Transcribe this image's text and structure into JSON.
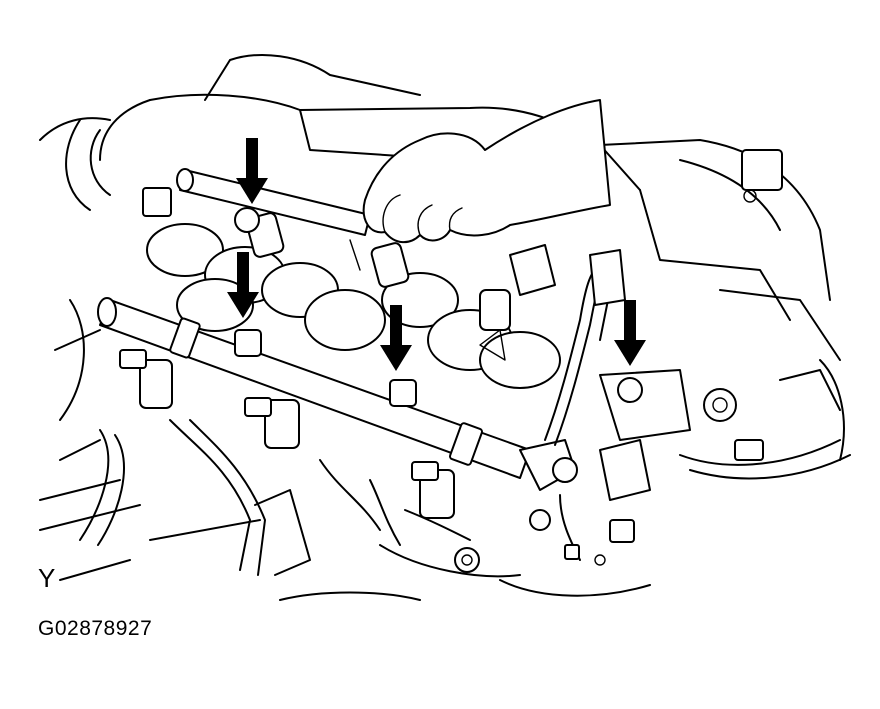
{
  "figure": {
    "view_label": "Y",
    "figure_code": "G02878927"
  },
  "colors": {
    "line": "#000000",
    "background": "#ffffff",
    "arrow": "#000000"
  },
  "arrows": [
    {
      "name": "arrow-1"
    },
    {
      "name": "arrow-2"
    },
    {
      "name": "arrow-3"
    },
    {
      "name": "arrow-4"
    }
  ]
}
